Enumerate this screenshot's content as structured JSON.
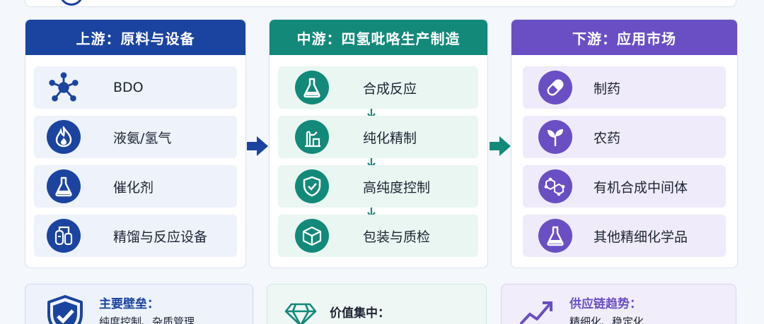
{
  "colors": {
    "upstream": "#1b44a0",
    "midstream": "#13897a",
    "downstream": "#6a4fc4"
  },
  "upstream": {
    "title": "上游：原料与设备",
    "items": [
      {
        "label": "BDO",
        "icon": "molecule-icon"
      },
      {
        "label": "液氨/氢气",
        "icon": "flame-icon"
      },
      {
        "label": "催化剂",
        "icon": "flask-icon"
      },
      {
        "label": "精馏与反应设备",
        "icon": "tank-icon"
      }
    ]
  },
  "midstream": {
    "title": "中游：四氢吡咯生产制造",
    "items": [
      {
        "label": "合成反应",
        "icon": "flask-icon"
      },
      {
        "label": "纯化精制",
        "icon": "distillation-icon"
      },
      {
        "label": "高纯度控制",
        "icon": "shield-check-icon"
      },
      {
        "label": "包装与质检",
        "icon": "box-icon"
      }
    ]
  },
  "downstream": {
    "title": "下游：应用市场",
    "items": [
      {
        "label": "制药",
        "icon": "pill-icon"
      },
      {
        "label": "农药",
        "icon": "leaf-icon"
      },
      {
        "label": "有机合成中间体",
        "icon": "hexagon-molecule-icon"
      },
      {
        "label": "其他精细化学品",
        "icon": "flask-icon"
      }
    ]
  },
  "bottom": {
    "barriers": {
      "title": "主要壁垒：",
      "subtitle": "纯度控制、杂质管理"
    },
    "value": {
      "title": "价值集中："
    },
    "trend": {
      "title": "供应链趋势：",
      "subtitle": "精细化、稳定化"
    }
  }
}
